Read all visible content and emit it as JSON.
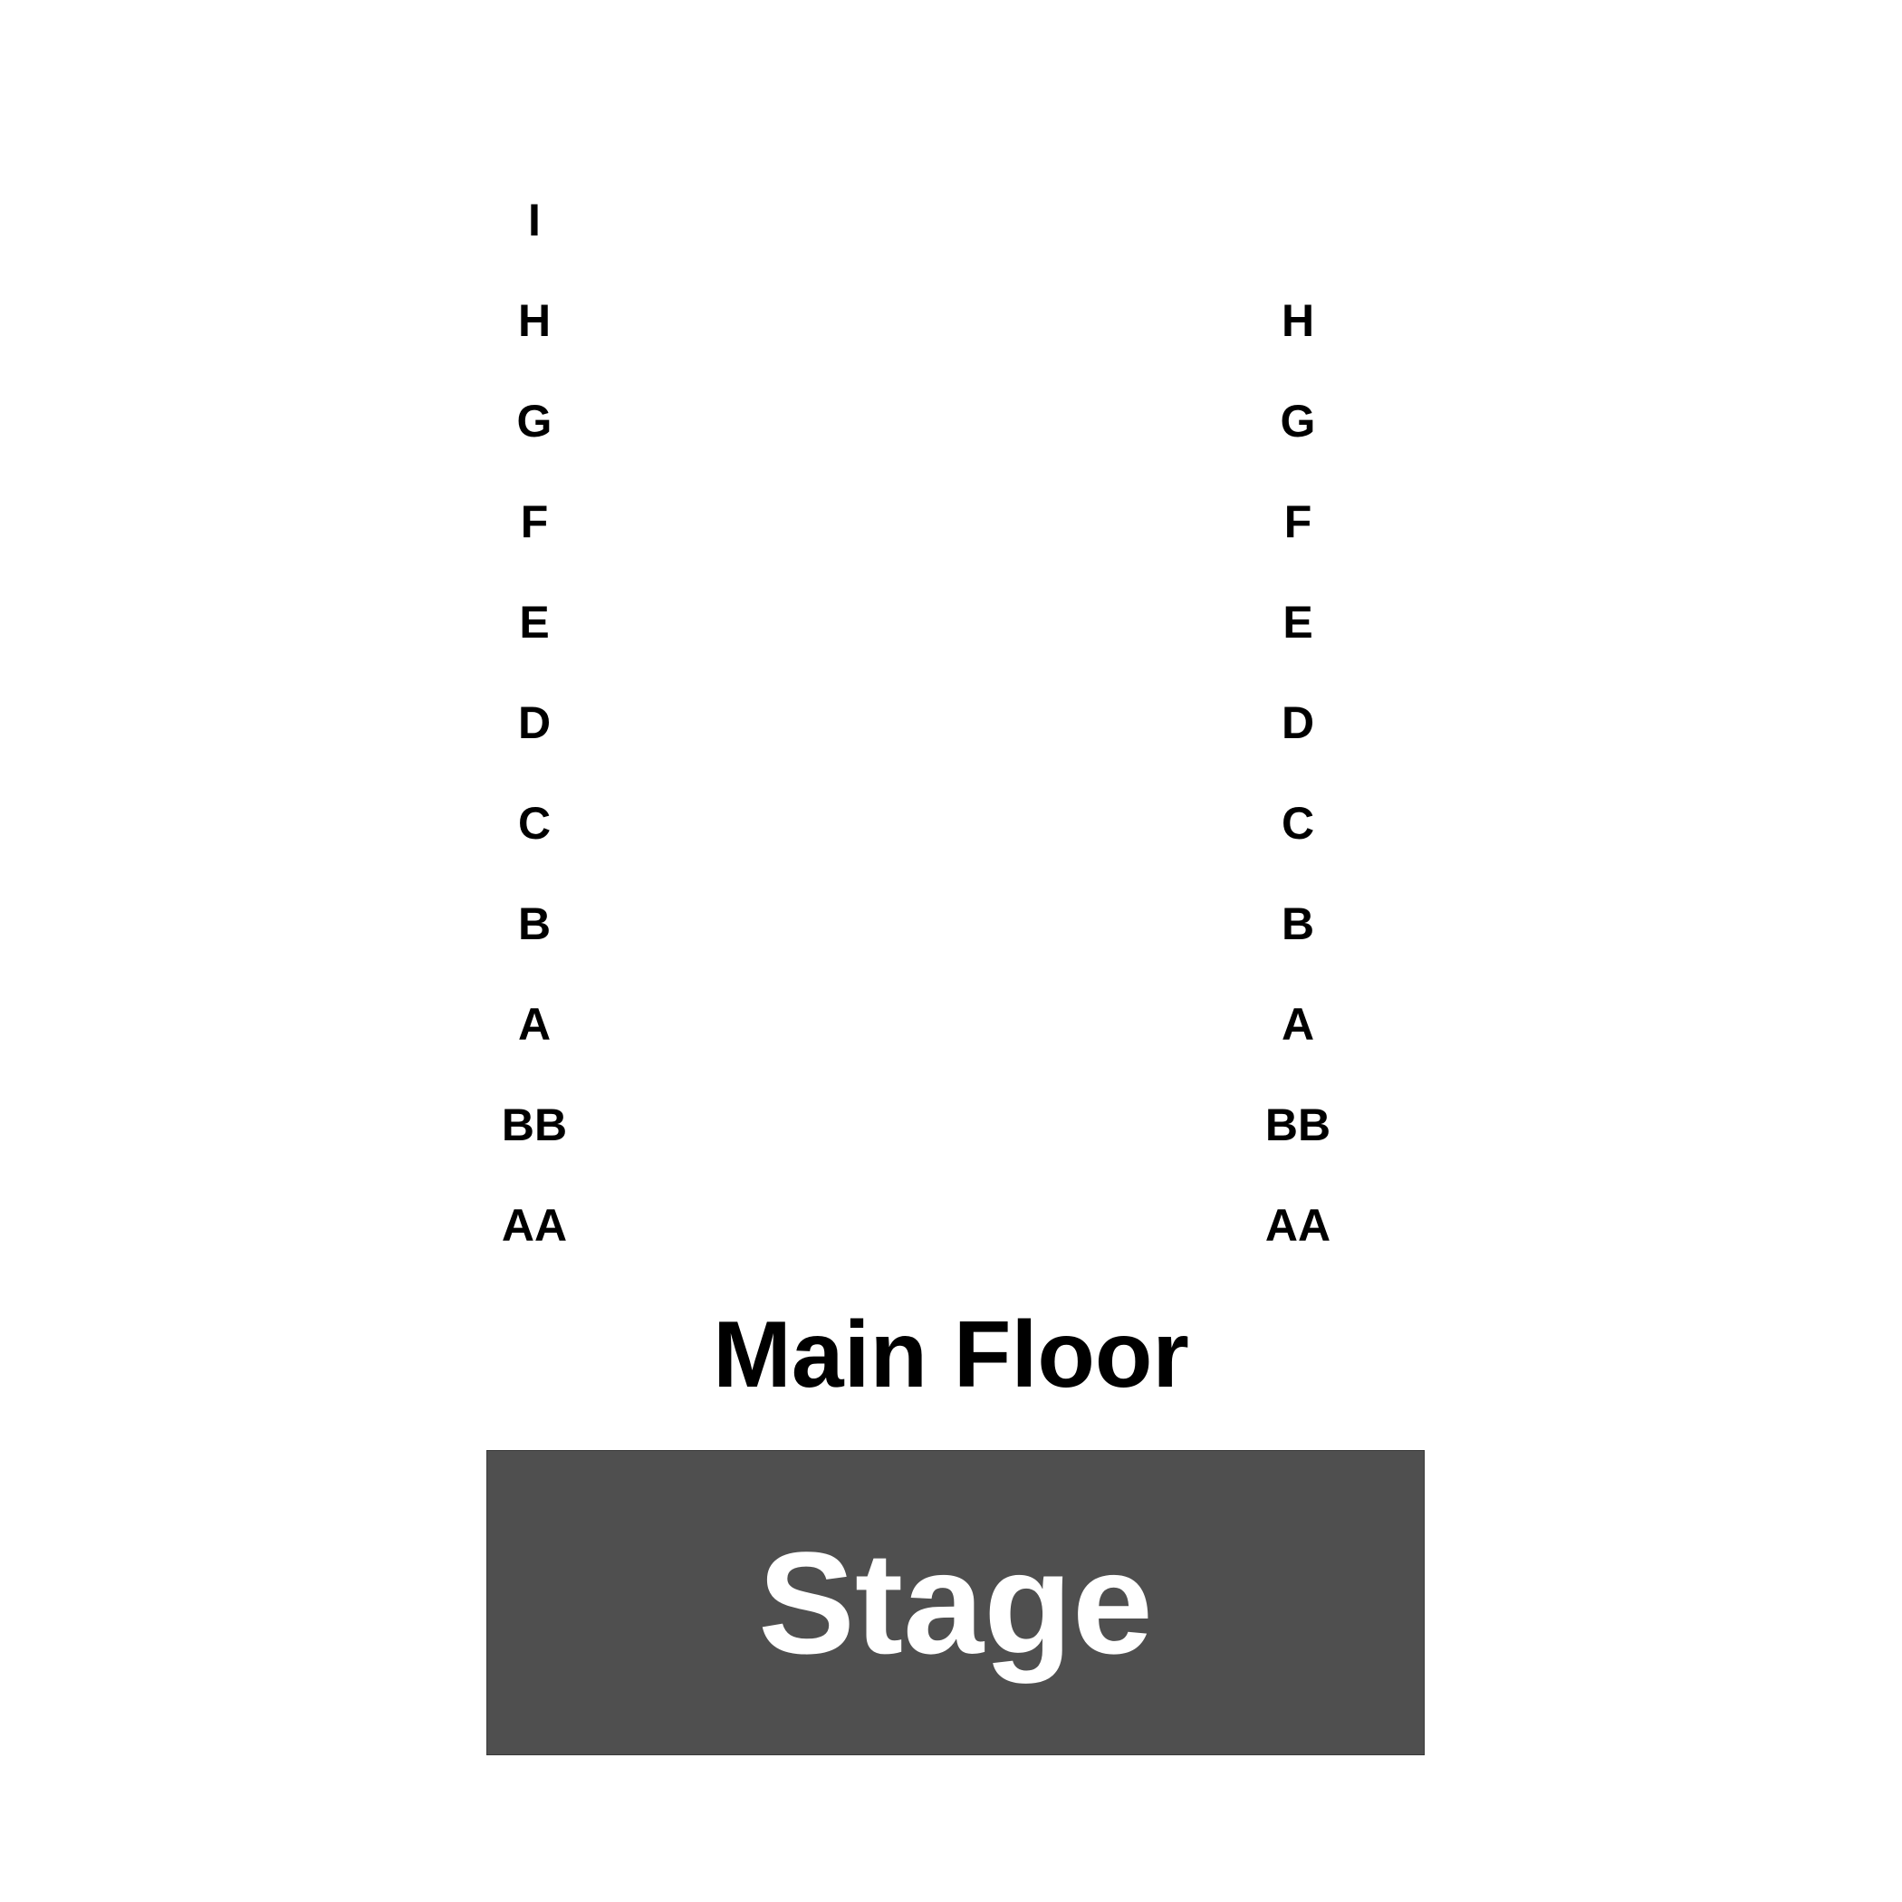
{
  "seating": {
    "left_rows": [
      "I",
      "H",
      "G",
      "F",
      "E",
      "D",
      "C",
      "B",
      "A",
      "BB",
      "AA"
    ],
    "right_rows": [
      "",
      "H",
      "G",
      "F",
      "E",
      "D",
      "C",
      "B",
      "A",
      "BB",
      "AA"
    ]
  },
  "floor": {
    "label": "Main Floor"
  },
  "stage": {
    "label": "Stage",
    "color": "#4f4f4f",
    "text_color": "#ffffff"
  }
}
